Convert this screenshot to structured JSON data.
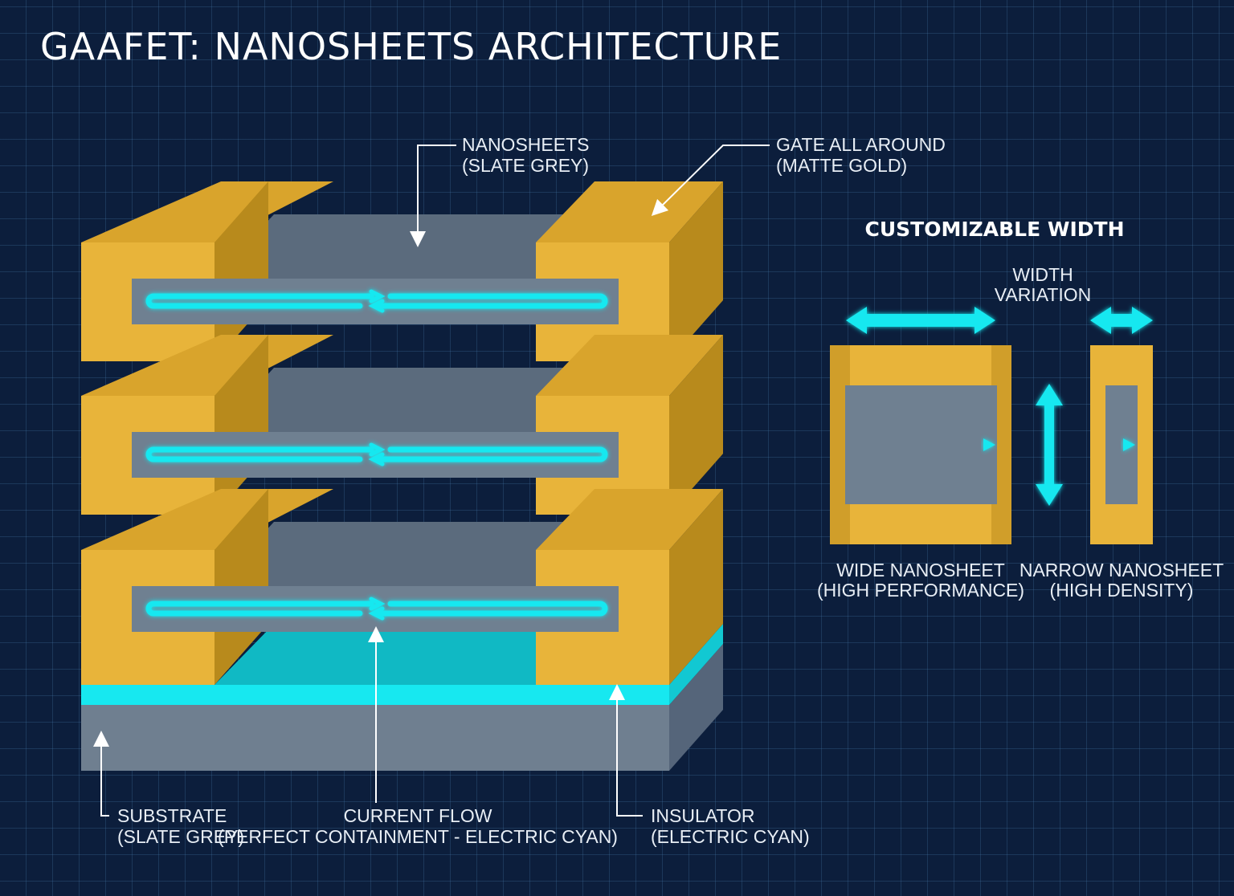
{
  "title": "GAAFET: NANOSHEETS ARCHITECTURE",
  "colors": {
    "background": "#0c1e3c",
    "gate_gold": "#e8b43a",
    "nanosheet_grey": "#6f8091",
    "current_cyan": "#17e8f0"
  },
  "labels": {
    "nanosheets": [
      "NANOSHEETS",
      "(SLATE GREY)"
    ],
    "gate": [
      "GATE ALL AROUND",
      "(MATTE GOLD)"
    ],
    "substrate": [
      "SUBSTRATE",
      "(SLATE GREY)"
    ],
    "current": [
      "CURRENT FLOW",
      "(PERFECT CONTAINMENT - ELECTRIC CYAN)"
    ],
    "insulator": [
      "INSULATOR",
      "(ELECTRIC CYAN)"
    ]
  },
  "width_panel": {
    "title": "CUSTOMIZABLE WIDTH",
    "variation": [
      "WIDTH",
      "VARIATION"
    ],
    "wide": [
      "WIDE NANOSHEET",
      "(HIGH PERFORMANCE)"
    ],
    "narrow": [
      "NARROW NANOSHEET",
      "(HIGH DENSITY)"
    ]
  }
}
